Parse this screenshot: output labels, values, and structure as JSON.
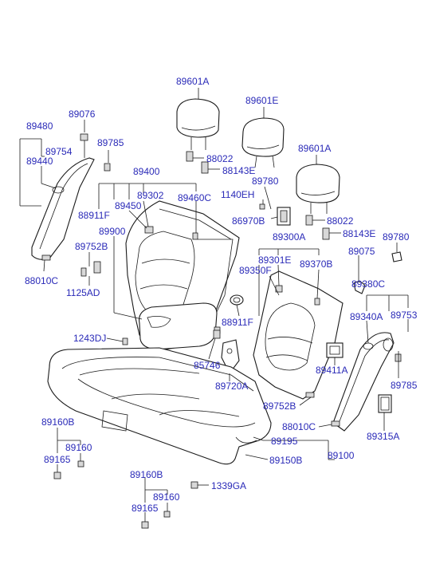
{
  "labels": {
    "p89601A_top": "89601A",
    "p89601E": "89601E",
    "p89601A_right": "89601A",
    "p89076": "89076",
    "p89480": "89480",
    "p89754": "89754",
    "p89440": "89440",
    "p89785_top": "89785",
    "p88022_a": "88022",
    "p88143E_a": "88143E",
    "p89400": "89400",
    "p89780_mid": "89780",
    "p89302": "89302",
    "p1140EH": "1140EH",
    "p89450": "89450",
    "p89460C": "89460C",
    "p88911F_a": "88911F",
    "p86970B": "86970B",
    "p88022_b": "88022",
    "p89900": "89900",
    "p89300A": "89300A",
    "p88143E_b": "88143E",
    "p89780_right": "89780",
    "p89752B_a": "89752B",
    "p89075": "89075",
    "p89301E": "89301E",
    "p89370B": "89370B",
    "p88010C_a": "88010C",
    "p89350F": "89350F",
    "p89380C": "89380C",
    "p1125AD": "1125AD",
    "p89340A": "89340A",
    "p89753": "89753",
    "p88911F_b": "88911F",
    "p1243DJ": "1243DJ",
    "p85746": "85746",
    "p89411A": "89411A",
    "p89720A": "89720A",
    "p89785_right": "89785",
    "p89752B_b": "89752B",
    "p89160B_a": "89160B",
    "p88010C_b": "88010C",
    "p89315A": "89315A",
    "p89160_a": "89160",
    "p89195": "89195",
    "p89165_a": "89165",
    "p89150B": "89150B",
    "p89100": "89100",
    "p89160B_b": "89160B",
    "p89160_b": "89160",
    "p1339GA": "1339GA",
    "p89165_b": "89165"
  },
  "colors": {
    "label_text": "#2a2ab8",
    "line": "#1a1a1a",
    "background": "#ffffff"
  }
}
